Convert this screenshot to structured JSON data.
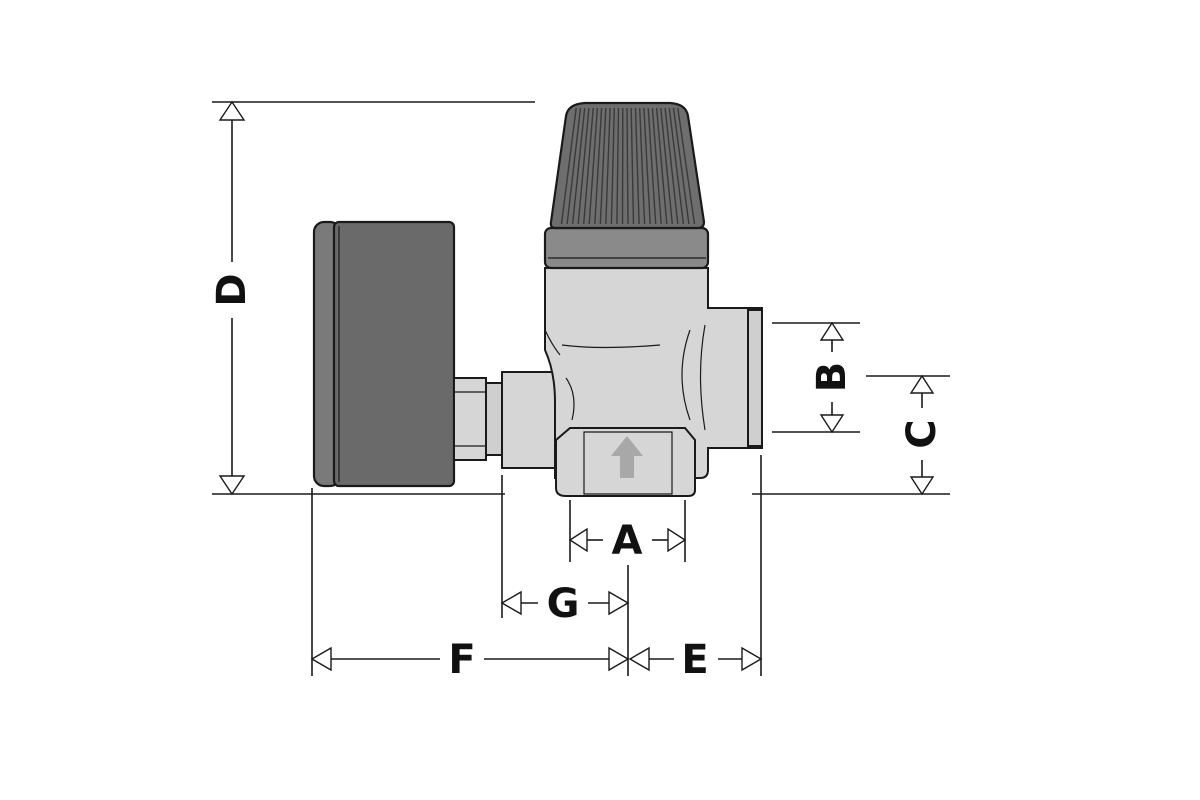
{
  "diagram": {
    "dimension_labels": {
      "A": "A",
      "B": "B",
      "C": "C",
      "D": "D",
      "E": "E",
      "F": "F",
      "G": "G"
    },
    "colors": {
      "outline": "#1a1a1a",
      "valve_body": "#d6d6d6",
      "gauge": "#7a7a7a",
      "knob": "#6e6e6e",
      "flow_arrow": "#a8a8a8"
    },
    "icons": {
      "flow_direction": "up-arrow-icon"
    }
  }
}
